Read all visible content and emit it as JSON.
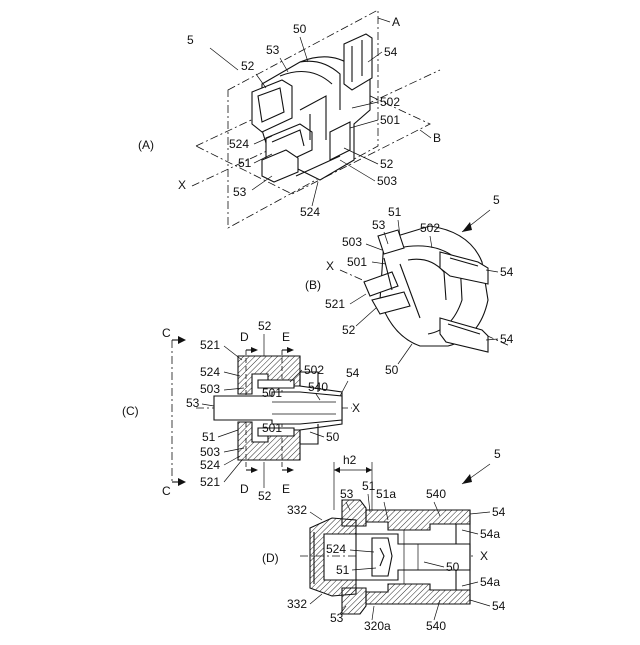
{
  "panels": {
    "A": {
      "label": "(A)",
      "refs": [
        "5",
        "52",
        "53",
        "50",
        "A",
        "54",
        "502",
        "501",
        "524",
        "51",
        "53",
        "52",
        "503",
        "524",
        "B",
        "X"
      ]
    },
    "B": {
      "label": "(B)",
      "refs": [
        "5",
        "53",
        "51",
        "502",
        "503",
        "501",
        "X",
        "54",
        "521",
        "52",
        "54",
        "50"
      ]
    },
    "C": {
      "label": "(C)",
      "refs": [
        "C",
        "C",
        "D",
        "52",
        "E",
        "521",
        "524",
        "502",
        "503",
        "540",
        "54",
        "53",
        "501",
        "X",
        "501",
        "51",
        "50",
        "503",
        "524",
        "521",
        "D",
        "52",
        "E"
      ]
    },
    "D": {
      "label": "(D)",
      "refs": [
        "5",
        "h2",
        "53",
        "51",
        "51a",
        "540",
        "332",
        "54",
        "54a",
        "524",
        "X",
        "51",
        "50",
        "54a",
        "332",
        "53",
        "320a",
        "540",
        "54"
      ]
    }
  }
}
